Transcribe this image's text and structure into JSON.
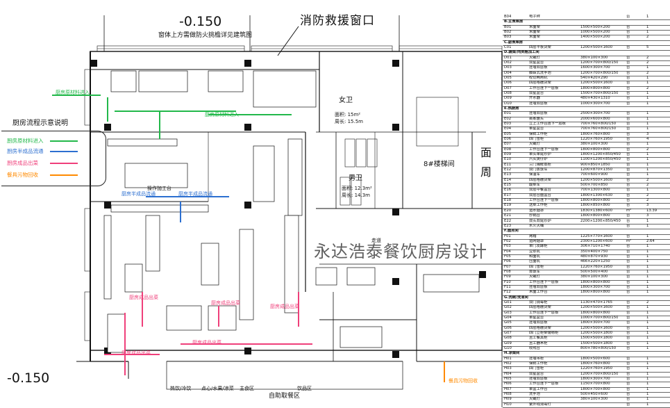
{
  "drawing": {
    "elevation_top": "-0.150",
    "elevation_bottom": "-0.150",
    "rescue_window": "消防救援窗口",
    "window_note": "窗体上方需做防火挑檐详见建筑图",
    "watermark": "永达浩泰餐饮厨房设计",
    "stair_label": "8#楼梯间",
    "side_text_1": "面",
    "side_text_2": "周",
    "self_pickup": "自助取餐区",
    "pickup_labels": [
      "热饮/冷饮",
      "点心/水果/凉菜",
      "主食区",
      "饮品区"
    ]
  },
  "rooms": {
    "female": {
      "name": "女卫",
      "area": "面积: 15m²",
      "perimeter": "周长: 15.5m"
    },
    "male": {
      "name": "男卫",
      "area": "面积: 12.3m²",
      "perimeter": "周长: 14.3m"
    }
  },
  "legend": {
    "title": "厨房流程示意说明",
    "items": [
      {
        "text": "厨房原材料进入",
        "color": "#22b84a"
      },
      {
        "text": "厨房半成品流通",
        "color": "#2c6fd0"
      },
      {
        "text": "厨房成品出菜",
        "color": "#ef3f7a"
      },
      {
        "text": "餐具污物回收",
        "color": "#ff8a00"
      }
    ]
  },
  "flow_labels": {
    "raw_in_1": "厨房原材料进入",
    "raw_in_2": "厨房原材料进入",
    "semi_1": "厨房半成品流通",
    "semi_2": "厨房半成品流通",
    "out_1": "厨房成品出菜",
    "out_2": "厨房成品出菜",
    "out_3": "厨房成品出菜",
    "out_4": "厨房成品出菜",
    "out_5": "厨房成品出菜",
    "waste": "餐具污物回收",
    "corridor": "走道",
    "prep": "操作加工台"
  },
  "table": {
    "rows": [
      {
        "type": "row",
        "c1": "B04",
        "c2": "电子秤",
        "c3": "",
        "c4": "台",
        "c5": "1"
      },
      {
        "type": "sec",
        "c1": "B.主食库房"
      },
      {
        "type": "row",
        "c1": "B01",
        "c2": "米面架",
        "c3": "1500×500×200",
        "c4": "台",
        "c5": "1"
      },
      {
        "type": "row",
        "c1": "B02",
        "c2": "米面架",
        "c3": "1000×500×200",
        "c4": "台",
        "c5": "1"
      },
      {
        "type": "row",
        "c1": "B03",
        "c2": "米面架",
        "c3": "1400×500×200",
        "c4": "台",
        "c5": "2"
      },
      {
        "type": "sec",
        "c1": "C.副食库房"
      },
      {
        "type": "row",
        "c1": "C01",
        "c2": "四层平板货架",
        "c3": "1200×500×1600",
        "c4": "台",
        "c5": "5"
      },
      {
        "type": "sec",
        "c1": "D.蔬菜/肉类粗加工间"
      },
      {
        "type": "row",
        "c1": "D01",
        "c2": "灭蝇灯",
        "c3": "380×100×300",
        "c4": "台",
        "c5": "2"
      },
      {
        "type": "row",
        "c1": "D02",
        "c2": "双星盆台",
        "c3": "1200×700×800/150",
        "c4": "台",
        "c5": "2"
      },
      {
        "type": "row",
        "c1": "D03",
        "c2": "挂墙双层板",
        "c3": "1600×300×700",
        "c4": "台",
        "c5": "1"
      },
      {
        "type": "row",
        "c1": "D04",
        "c2": "脚踩式洗手池",
        "c3": "1200×700×800/150",
        "c4": "台",
        "c5": "2"
      },
      {
        "type": "row",
        "c1": "D05",
        "c2": "绞切两用机",
        "c3": "540×420×290",
        "c4": "台",
        "c5": "1"
      },
      {
        "type": "row",
        "c1": "D06",
        "c2": "四层格栅货架",
        "c3": "1200×500×1600",
        "c4": "台",
        "c5": "1"
      },
      {
        "type": "row",
        "c1": "D07",
        "c2": "工作台连下一层板",
        "c3": "1800×800×800",
        "c4": "台",
        "c5": "2"
      },
      {
        "type": "row",
        "c1": "D08",
        "c2": "双星盆台",
        "c3": "1500×700×800/150",
        "c4": "台",
        "c5": "1"
      },
      {
        "type": "row",
        "c1": "D09",
        "c2": "开水器",
        "c3": "480×430×1310",
        "c4": "台",
        "c5": "1"
      },
      {
        "type": "row",
        "c1": "D10",
        "c2": "挂墙双层板",
        "c3": "1000×300×700",
        "c4": "台",
        "c5": "1"
      },
      {
        "type": "sec",
        "c1": "E.热厨房"
      },
      {
        "type": "row",
        "c1": "E01",
        "c2": "挂墙双层板",
        "c3": "2500×300×700",
        "c4": "台",
        "c5": "1"
      },
      {
        "type": "row",
        "c1": "E02",
        "c2": "挑拣盘头",
        "c3": "2000×600×800",
        "c4": "台",
        "c5": "1"
      },
      {
        "type": "row",
        "c1": "E03",
        "c2": "立上工作台连下一层板",
        "c3": "700×760×800/150",
        "c4": "台",
        "c5": "1"
      },
      {
        "type": "row",
        "c1": "E04",
        "c2": "单星盆台",
        "c3": "700×760×800/150",
        "c4": "台",
        "c5": "1"
      },
      {
        "type": "row",
        "c1": "E05",
        "c2": "保鲜工作柜",
        "c3": "1800×760×800",
        "c4": "台",
        "c5": "3"
      },
      {
        "type": "row",
        "c1": "E06",
        "c2": "四门雪柜",
        "c3": "1220×760×1950",
        "c4": "台",
        "c5": "4"
      },
      {
        "type": "row",
        "c1": "E07",
        "c2": "灭蝇灯",
        "c3": "380×100×300",
        "c4": "台",
        "c5": "1"
      },
      {
        "type": "row",
        "c1": "E08",
        "c2": "工作台连下一层板",
        "c3": "1800×800×800",
        "c4": "台",
        "c5": "2"
      },
      {
        "type": "row",
        "c1": "E09",
        "c2": "单头单尾炒炉",
        "c3": "1800×1200×850/450",
        "c4": "台",
        "c5": "1"
      },
      {
        "type": "row",
        "c1": "E10",
        "c2": "六头煲仔炉",
        "c3": "1100×1200×850/450",
        "c4": "台",
        "c5": "1"
      },
      {
        "type": "row",
        "c1": "E11",
        "c2": "三门海鲜蒸柜",
        "c3": "900×850×1850",
        "c4": "台",
        "c5": "1"
      },
      {
        "type": "row",
        "c1": "E12",
        "c2": "双门蒸饭车",
        "c3": "1200×870×1350",
        "c4": "台",
        "c5": "1"
      },
      {
        "type": "row",
        "c1": "E13",
        "c2": "保温车",
        "c3": "700×600×900",
        "c4": "台",
        "c5": "1"
      },
      {
        "type": "row",
        "c1": "E14",
        "c2": "四层格栅货架",
        "c3": "1200×500×1600",
        "c4": "台",
        "c5": "2"
      },
      {
        "type": "row",
        "c1": "E15",
        "c2": "酸菜车",
        "c3": "500×700×850",
        "c4": "台",
        "c5": "2"
      },
      {
        "type": "row",
        "c1": "E16",
        "c2": "双层中餐盆台",
        "c3": "700×1300×800",
        "c4": "台",
        "c5": "1"
      },
      {
        "type": "row",
        "c1": "E17",
        "c2": "双层台面盆台",
        "c3": "1800×1300×630",
        "c4": "台",
        "c5": "2"
      },
      {
        "type": "row",
        "c1": "E18",
        "c2": "工作台连下一层板",
        "c3": "1800×800×800",
        "c4": "台",
        "c5": "2"
      },
      {
        "type": "row",
        "c1": "E19",
        "c2": "送菜工作柜",
        "c3": "1800×850×800",
        "c4": "台",
        "c5": "3"
      },
      {
        "type": "row",
        "c1": "E20",
        "c2": "运水烟罩",
        "c3": "1830×1380×600",
        "c4": "m²",
        "c5": "13.39"
      },
      {
        "type": "row",
        "c1": "E21",
        "c2": "炒锅台",
        "c3": "1800×800×800",
        "c4": "台",
        "c5": "3"
      },
      {
        "type": "row",
        "c1": "E22",
        "c2": "双头双尾炒炉",
        "c3": "2200×1200×850/450",
        "c4": "台",
        "c5": "1"
      },
      {
        "type": "row",
        "c1": "E23",
        "c2": "水火灭桶",
        "c3": "",
        "c4": "台",
        "c5": "1"
      },
      {
        "type": "sec",
        "c1": "F.面点间"
      },
      {
        "type": "row",
        "c1": "F01",
        "c2": "烤箱",
        "c3": "1225×770×1600",
        "c4": "台",
        "c5": "1"
      },
      {
        "type": "row",
        "c1": "F02",
        "c2": "运网烟罩",
        "c3": "2300×1200×600",
        "c4": "m²",
        "c5": "2.64"
      },
      {
        "type": "row",
        "c1": "F03",
        "c2": "单门发酵柜",
        "c3": "306×710×1740",
        "c4": "台",
        "c5": "1"
      },
      {
        "type": "row",
        "c1": "F04",
        "c2": "豆浆机",
        "c3": "350×400×750",
        "c4": "台",
        "c5": "1"
      },
      {
        "type": "row",
        "c1": "F05",
        "c2": "和面机",
        "c3": "480×870×930",
        "c4": "台",
        "c5": "1"
      },
      {
        "type": "row",
        "c1": "F06",
        "c2": "压面机",
        "c3": "466×220×1250",
        "c4": "台",
        "c5": "1"
      },
      {
        "type": "row",
        "c1": "F07",
        "c2": "四门雪柜",
        "c3": "1220×760×1950",
        "c4": "台",
        "c5": "1"
      },
      {
        "type": "row",
        "c1": "F08",
        "c2": "蒸饭车",
        "c3": "500×500×400",
        "c4": "台",
        "c5": "1"
      },
      {
        "type": "row",
        "c1": "F09",
        "c2": "灭蝇灯",
        "c3": "380×100×300",
        "c4": "台",
        "c5": "1"
      },
      {
        "type": "row",
        "c1": "F10",
        "c2": "工作台连下一层板",
        "c3": "1800×800×800",
        "c4": "台",
        "c5": "1"
      },
      {
        "type": "row",
        "c1": "F11",
        "c2": "挂墙双层板",
        "c3": "1800×300×700",
        "c4": "台",
        "c5": "1"
      },
      {
        "type": "row",
        "c1": "F12",
        "c2": "木面工作台",
        "c3": "1800×800×800",
        "c4": "台",
        "c5": "1"
      },
      {
        "type": "sec",
        "c1": "G.洗碗/洗消间"
      },
      {
        "type": "row",
        "c1": "G01",
        "c2": "双门消毒柜",
        "c3": "1130×470×1765",
        "c4": "台",
        "c5": "2"
      },
      {
        "type": "row",
        "c1": "G02",
        "c2": "四层格栅货架",
        "c3": "1200×500×1600",
        "c4": "台",
        "c5": "1"
      },
      {
        "type": "row",
        "c1": "G03",
        "c2": "工作台连下一层板",
        "c3": "1800×800×800",
        "c4": "台",
        "c5": "1"
      },
      {
        "type": "row",
        "c1": "G04",
        "c2": "单星盆台",
        "c3": "1000×700×800/150",
        "c4": "台",
        "c5": "1"
      },
      {
        "type": "row",
        "c1": "G05",
        "c2": "挂墙双层板",
        "c3": "1800×300×700",
        "c4": "台",
        "c5": "1"
      },
      {
        "type": "row",
        "c1": "G06",
        "c2": "四层格栅货架",
        "c3": "1200×500×1600",
        "c4": "台",
        "c5": "1"
      },
      {
        "type": "row",
        "c1": "G07",
        "c2": "四门立柜柴储物柜",
        "c3": "1200×500×1800",
        "c4": "台",
        "c5": "1"
      },
      {
        "type": "row",
        "c1": "G08",
        "c2": "且工餐具柜",
        "c3": "1500×500×1800",
        "c4": "台",
        "c5": "1"
      },
      {
        "type": "row",
        "c1": "G09",
        "c2": "且工器木柜",
        "c3": "1500×500×1800",
        "c4": "台",
        "c5": "1"
      },
      {
        "type": "row",
        "c1": "G10",
        "c2": "收残台",
        "c3": "800×780×800/150",
        "c4": "台",
        "c5": "1"
      },
      {
        "type": "sec",
        "c1": "H.凉菜间"
      },
      {
        "type": "row",
        "c1": "H01",
        "c2": "挂墙吊柜",
        "c3": "1800×500×600",
        "c4": "台",
        "c5": "1"
      },
      {
        "type": "row",
        "c1": "H02",
        "c2": "保鲜工作柜",
        "c3": "1800×760×800",
        "c4": "台",
        "c5": "1"
      },
      {
        "type": "row",
        "c1": "H03",
        "c2": "四门雪柜",
        "c3": "1220×760×1950",
        "c4": "台",
        "c5": "1"
      },
      {
        "type": "row",
        "c1": "H04",
        "c2": "双星盆台",
        "c3": "1200×700×800/150",
        "c4": "台",
        "c5": "1"
      },
      {
        "type": "row",
        "c1": "H05",
        "c2": "挂墙双层板",
        "c3": "1800×300×700",
        "c4": "台",
        "c5": "1"
      },
      {
        "type": "row",
        "c1": "H06",
        "c2": "工作台连下一层板",
        "c3": "1150×700×800",
        "c4": "台",
        "c5": "1"
      },
      {
        "type": "row",
        "c1": "H07",
        "c2": "单盆工作台",
        "c3": "1800×700×800",
        "c4": "台",
        "c5": "1"
      },
      {
        "type": "row",
        "c1": "H08",
        "c2": "洗手池",
        "c3": "500×450×600",
        "c4": "台",
        "c5": "1"
      },
      {
        "type": "row",
        "c1": "H09",
        "c2": "灭蝇灯",
        "c3": "380×100×300",
        "c4": "台",
        "c5": "1"
      },
      {
        "type": "row",
        "c1": "H10",
        "c2": "紫外线消毒灯",
        "c3": "",
        "c4": "台",
        "c5": "1"
      }
    ]
  },
  "colors": {
    "raw": "#22b84a",
    "semi": "#2c6fd0",
    "out": "#ef3f7a",
    "waste": "#ff8a00",
    "wall": "#111111"
  }
}
